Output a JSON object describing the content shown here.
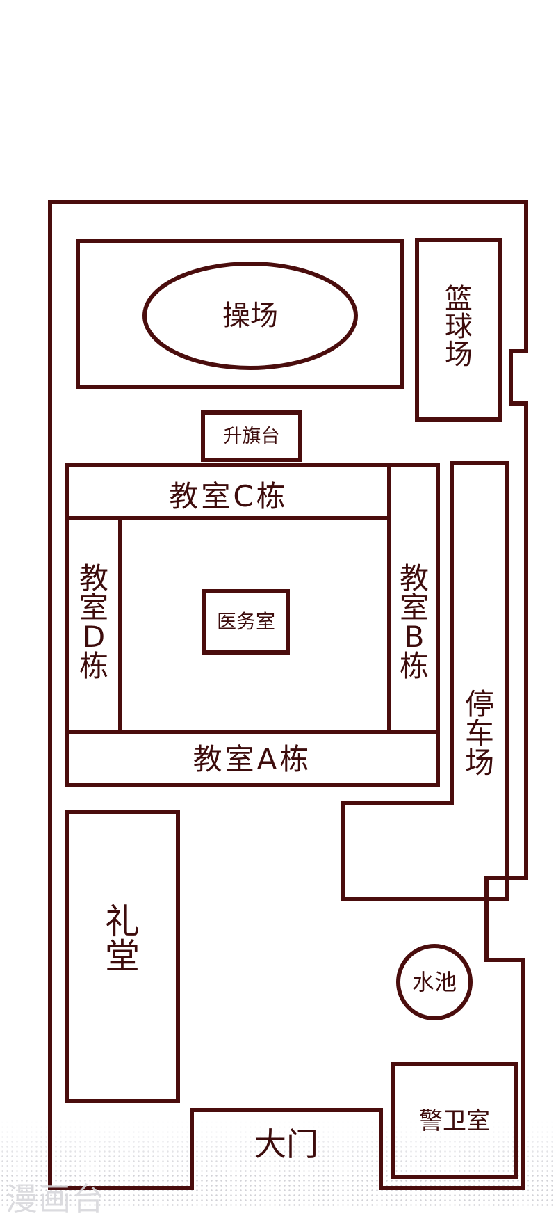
{
  "map": {
    "ink_color": "#4a0d0d",
    "background": "#ffffff",
    "labels": {
      "playground": "操场",
      "basketball_court": [
        "篮",
        "球",
        "场"
      ],
      "flag_platform": "升旗台",
      "classroom_c": "教室C栋",
      "classroom_d": [
        "教",
        "室",
        "D",
        "栋"
      ],
      "classroom_b": [
        "教",
        "室",
        "B",
        "栋"
      ],
      "clinic": "医务室",
      "classroom_a": "教室A栋",
      "parking_lot": [
        "停",
        "车",
        "场"
      ],
      "auditorium": [
        "礼",
        "堂"
      ],
      "pond": "水池",
      "main_gate": "大门",
      "guard_room": "警卫室"
    },
    "watermark": "漫画台"
  }
}
